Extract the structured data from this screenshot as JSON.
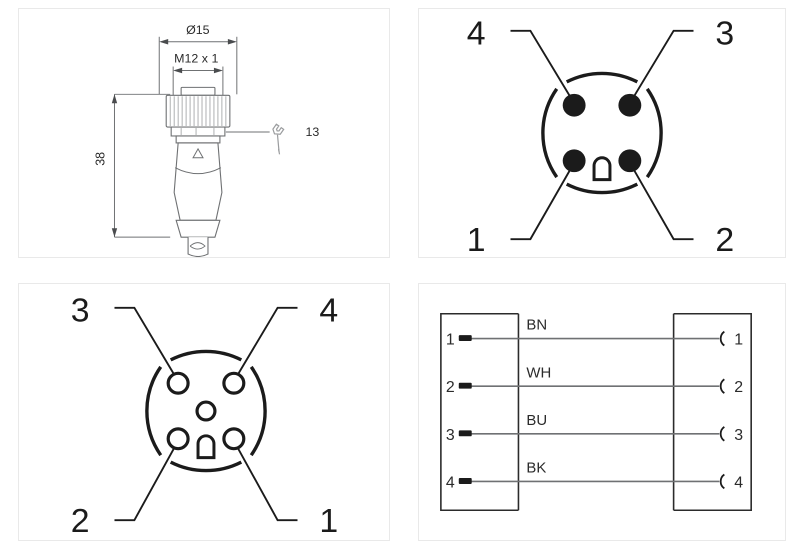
{
  "figure": {
    "title": "M12 4-pole connector datasheet drawing",
    "panels": [
      {
        "name": "dimension-drawing"
      },
      {
        "name": "socket-face-view"
      },
      {
        "name": "pin-face-view"
      },
      {
        "name": "wiring-schematic"
      }
    ]
  },
  "dimensions": {
    "diameter_label": "Ø15",
    "thread_label": "M12 x 1",
    "length_label": "38",
    "wrench_label": "13",
    "wrench_icon": "wrench-icon",
    "triangle_marking": "triangle-marking"
  },
  "socket_view": {
    "name": "female-socket-face",
    "contact_style": "filled",
    "has_center_contact": false,
    "keyway": "bottom",
    "labels": {
      "top_left": "4",
      "top_right": "3",
      "bottom_left": "1",
      "bottom_right": "2"
    }
  },
  "pin_view": {
    "name": "male-pin-face",
    "contact_style": "outlined",
    "has_center_contact": true,
    "keyway": "bottom",
    "labels": {
      "top_left": "3",
      "top_right": "4",
      "bottom_left": "2",
      "bottom_right": "1"
    }
  },
  "wiring": {
    "left_connector": "pin-connector",
    "right_connector": "socket-connector",
    "rows": [
      {
        "left_pin": "1",
        "wire_code": "BN",
        "right_pin": "1"
      },
      {
        "left_pin": "2",
        "wire_code": "WH",
        "right_pin": "2"
      },
      {
        "left_pin": "3",
        "wire_code": "BU",
        "right_pin": "3"
      },
      {
        "left_pin": "4",
        "wire_code": "BK",
        "right_pin": "4"
      }
    ]
  },
  "colors": {
    "line": "#6f7173",
    "dark": "#1b1b1b",
    "panel_border": "#e9e9e9",
    "background": "#ffffff"
  }
}
